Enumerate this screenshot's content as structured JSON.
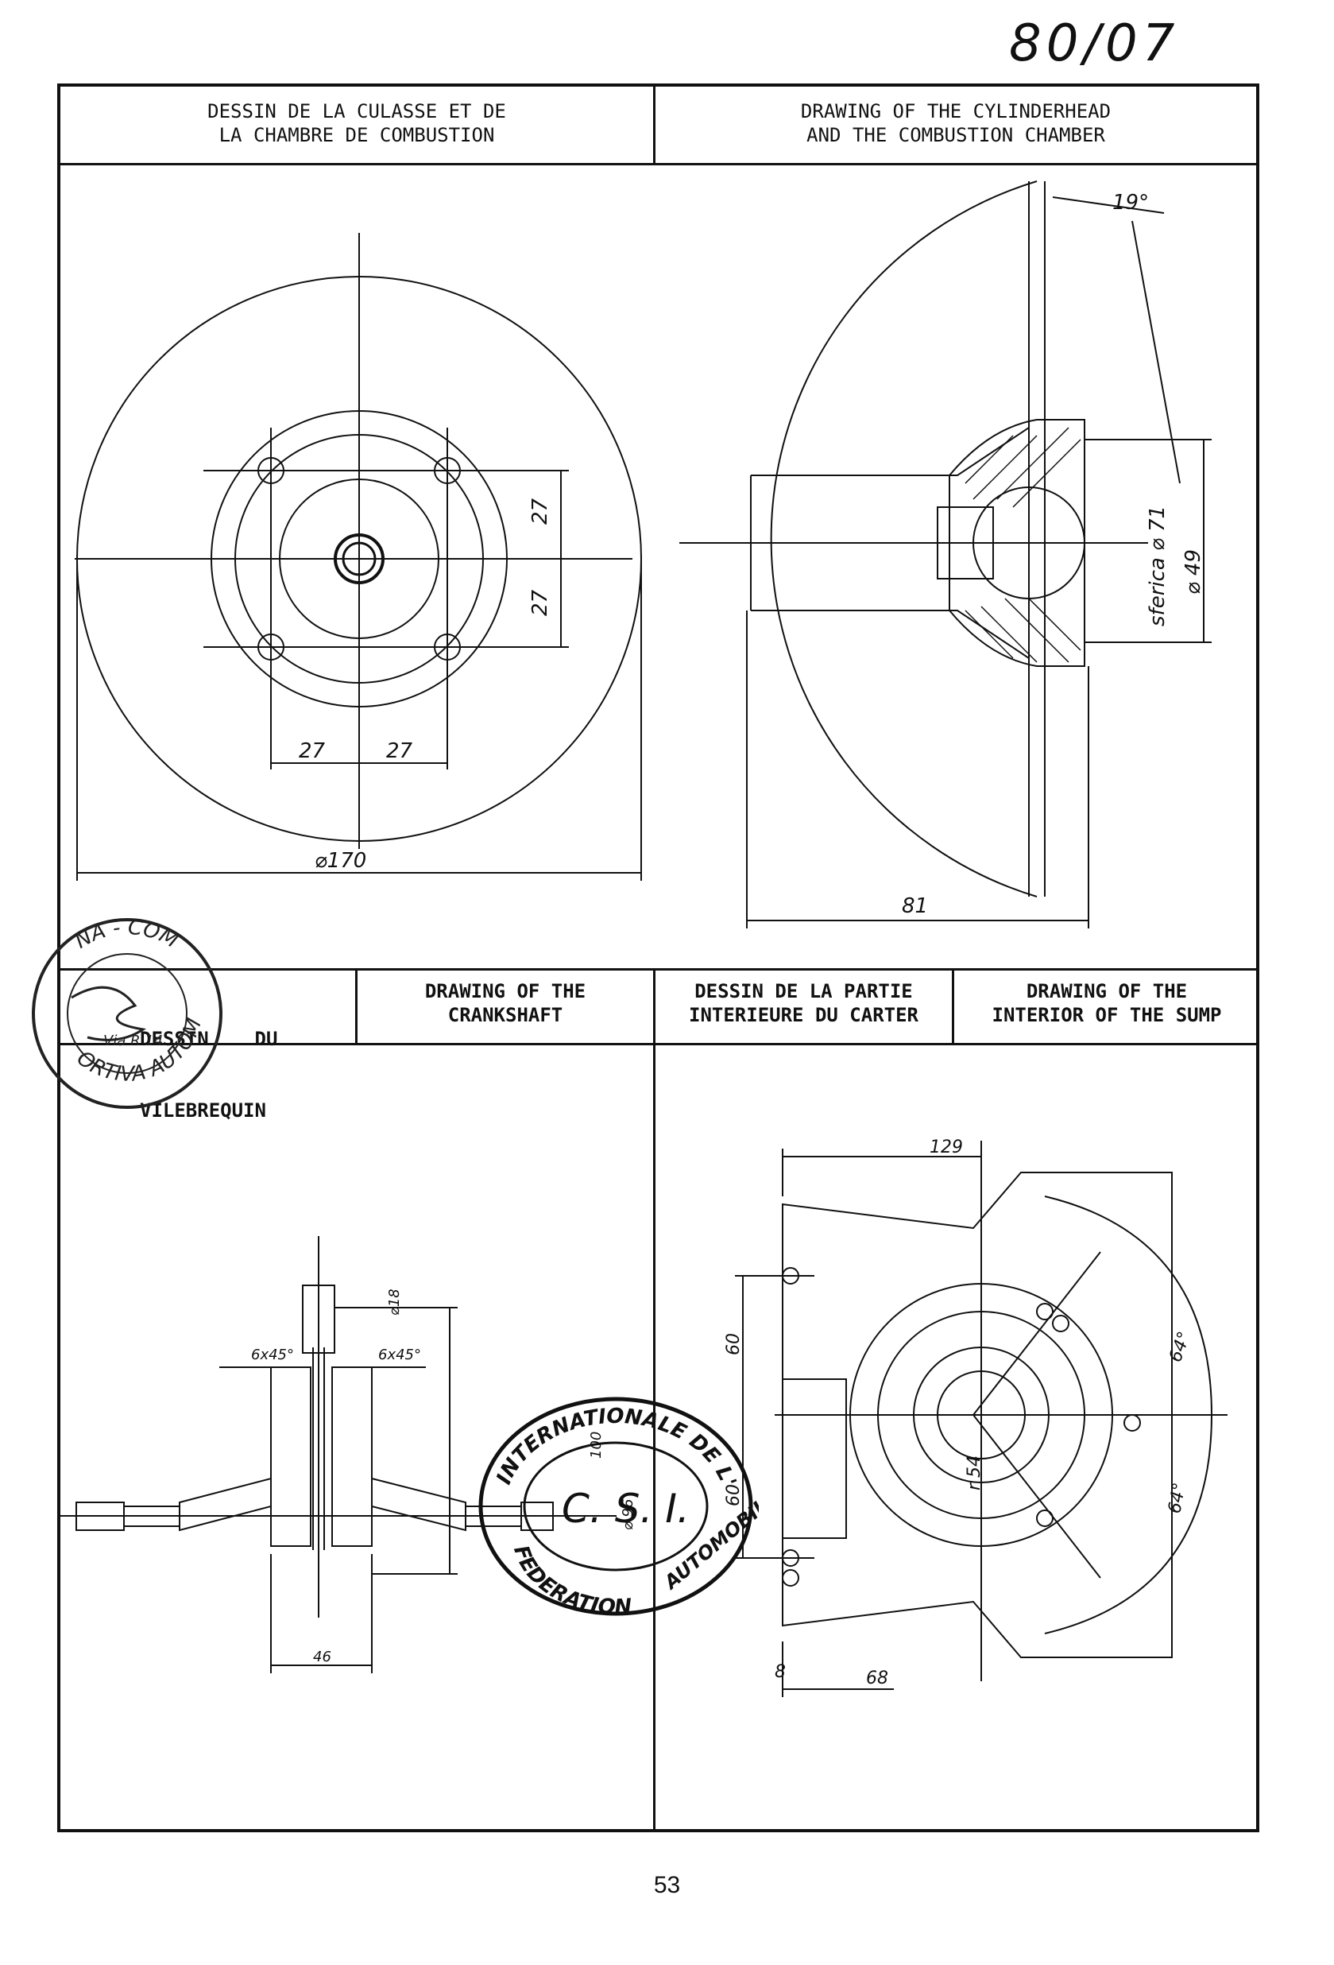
{
  "page": {
    "top_ref": "80/07",
    "page_number": "53"
  },
  "sections": {
    "top_left": {
      "line1": "DESSIN DE LA CULASSE ET DE",
      "line2": "LA CHAMBRE DE COMBUSTION"
    },
    "top_right": {
      "line1": "DRAWING OF THE CYLINDERHEAD",
      "line2": "AND THE COMBUSTION CHAMBER"
    },
    "mid_1": {
      "line1": "DESSIN    DU",
      "line2": "VILEBREQUIN"
    },
    "mid_2": {
      "line1": "DRAWING OF THE",
      "line2": "CRANKSHAFT"
    },
    "mid_3": {
      "line1": "DESSIN DE LA PARTIE",
      "line2": "INTERIEURE DU CARTER"
    },
    "mid_4": {
      "line1": "DRAWING OF THE",
      "line2": "INTERIOR OF THE SUMP"
    }
  },
  "dimensions": {
    "head_front": {
      "d1": "27",
      "d2": "27",
      "d3": "27",
      "d4": "27",
      "dia": "⌀170"
    },
    "head_side": {
      "angle": "19°",
      "sphere": "sferica ⌀ 71",
      "dia49": "⌀ 49",
      "width": "81"
    },
    "crankshaft": {
      "chamfer1": "6x45°",
      "chamfer2": "6x45°",
      "pin": "⌀18",
      "h100": "100",
      "dia": "⌀ 96",
      "w46": "46"
    },
    "sump": {
      "w129": "129",
      "h60a": "60",
      "h60b": "60",
      "a64a": "64°",
      "a64b": "64°",
      "r54": "r 54",
      "w68": "68",
      "w8": "8"
    }
  },
  "stamps": {
    "left_stamp": {
      "ring_top": "NA - COM",
      "ring_bottom": "ORTIVA AUTOM",
      "inner": "Via R 14"
    },
    "csi_stamp": {
      "center": "C. S. I.",
      "ring_top": "INTERNATIONALE DE L'",
      "ring_right": "AUTOMOBILE",
      "ring_left": "FEDERATION"
    }
  }
}
